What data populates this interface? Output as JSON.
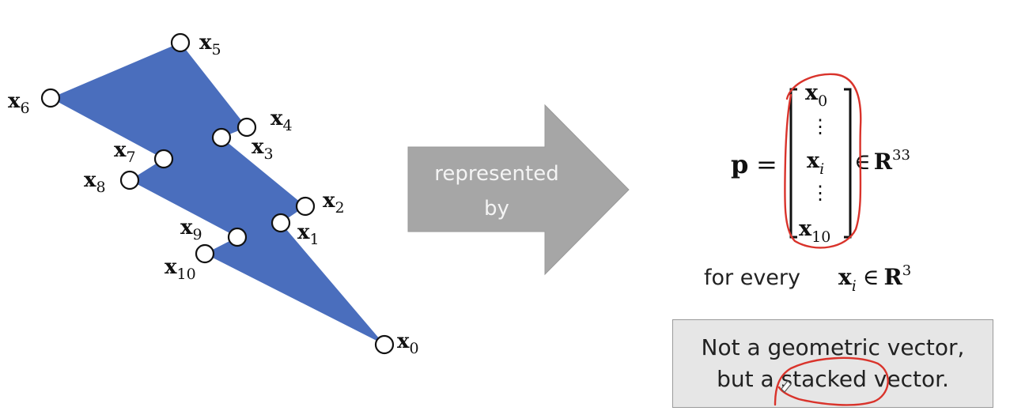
{
  "shape": {
    "fill_color": "#4a6ebd",
    "points": [
      {
        "base": "x",
        "sub": "0"
      },
      {
        "base": "x",
        "sub": "1"
      },
      {
        "base": "x",
        "sub": "2"
      },
      {
        "base": "x",
        "sub": "3"
      },
      {
        "base": "x",
        "sub": "4"
      },
      {
        "base": "x",
        "sub": "5"
      },
      {
        "base": "x",
        "sub": "6"
      },
      {
        "base": "x",
        "sub": "7"
      },
      {
        "base": "x",
        "sub": "8"
      },
      {
        "base": "x",
        "sub": "9"
      },
      {
        "base": "x",
        "sub": "10"
      }
    ]
  },
  "arrow": {
    "line1": "represented",
    "line2": "by",
    "fill_color": "#a6a6a6"
  },
  "equation": {
    "lhs": "p",
    "equals": "=",
    "top": {
      "base": "x",
      "sub": "0"
    },
    "middle": {
      "base": "x",
      "sub": "i"
    },
    "bottom": {
      "base": "x",
      "sub": "10"
    },
    "vdots": "⋮",
    "member": "∈",
    "space": "R",
    "dim": "33"
  },
  "condition": {
    "prefix": "for every",
    "var_base": "x",
    "var_sub": "i",
    "member": "∈",
    "space": "R",
    "dim": "3"
  },
  "caption": {
    "line1": "Not a geometric vector,",
    "line2": "but a stacked vector."
  },
  "annotation_color": "#d9332b"
}
